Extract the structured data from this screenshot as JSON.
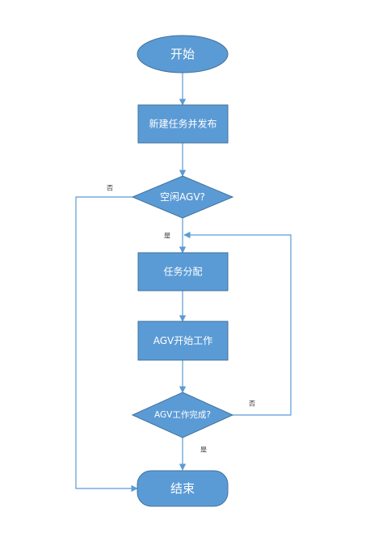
{
  "colors": {
    "fill": "#5B9BD5",
    "stroke": "#41719C",
    "connector": "#5B9BD5",
    "background": "#FFFFFF"
  },
  "nodes": {
    "start": {
      "label": "开始",
      "shape": "ellipse"
    },
    "create_task": {
      "label": "新建任务并发布",
      "shape": "rect"
    },
    "idle_agv": {
      "label": "空闲AGV?",
      "shape": "diamond"
    },
    "assign_task": {
      "label": "任务分配",
      "shape": "rect"
    },
    "agv_start": {
      "label": "AGV开始工作",
      "shape": "rect"
    },
    "agv_done": {
      "label": "AGV工作完成?",
      "shape": "diamond"
    },
    "end": {
      "label": "结束",
      "shape": "rounded-rect"
    }
  },
  "edge_labels": {
    "idle_no": "否",
    "idle_yes": "是",
    "done_no": "否",
    "done_yes": "是"
  }
}
